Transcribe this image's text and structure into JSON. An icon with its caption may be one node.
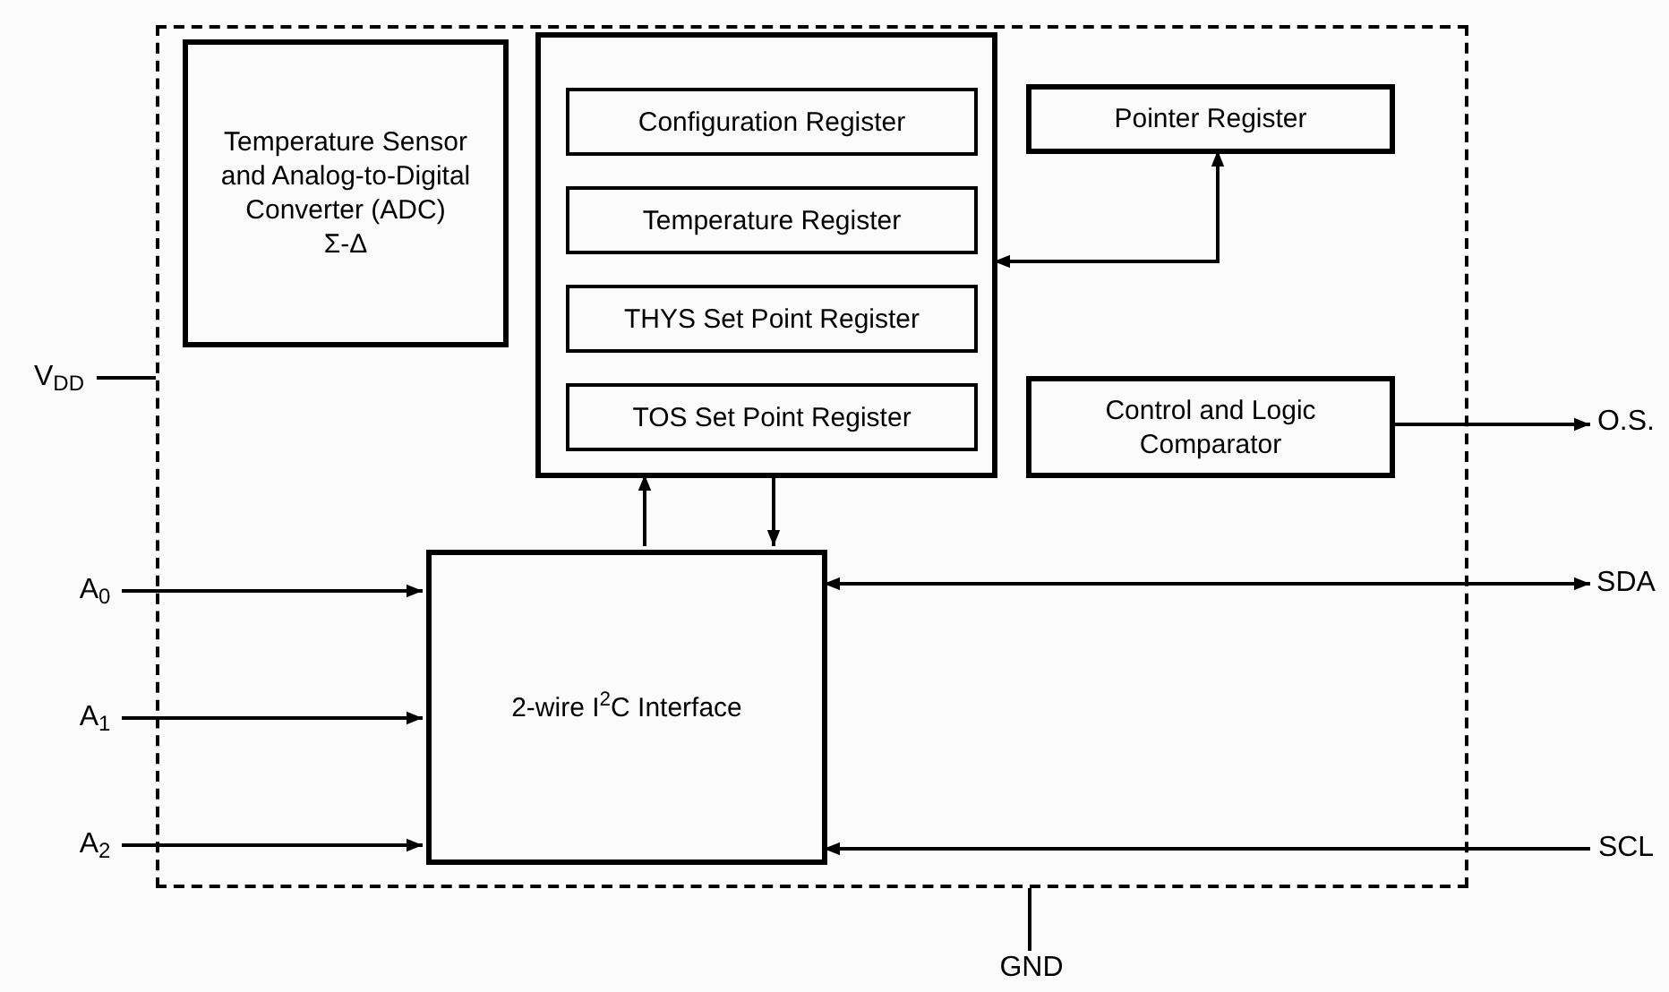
{
  "diagram": {
    "nodes": [
      {
        "text": [],
        "shape": "box"
      },
      {
        "text": [
          "Temperature Sensor and Analog-to-Digital Converter (ADC)",
          "Σ-Δ"
        ],
        "in": 0
      },
      {
        "text": [],
        "shape": "box",
        "in": 0
      },
      {
        "text": [
          "Configuration Register"
        ],
        "in": 2
      },
      {
        "text": [
          "Temperature Register"
        ],
        "in": 2
      },
      {
        "text": [
          "THYS Set Point Register"
        ],
        "in": 2
      },
      {
        "text": [
          "TOS Set Point Register"
        ],
        "in": 2
      },
      {
        "text": [
          "Pointer Register"
        ],
        "in": 0
      },
      {
        "text": [
          "Control and Logic Comparator"
        ],
        "in": 0
      },
      {
        "text": [
          "2-wire I$^{2}$C Interface"
        ],
        "in": 0
      },
      {
        "text": [
          "V$_{DD}$"
        ]
      },
      {
        "text": [
          "A$_{0}$"
        ]
      },
      {
        "text": [
          "A$_{1}$"
        ]
      },
      {
        "text": [
          "A$_{2}$"
        ]
      },
      {
        "text": [
          "O.S."
        ]
      },
      {
        "text": [
          "SDA"
        ]
      },
      {
        "text": [
          "SCL"
        ]
      },
      {
        "text": [
          "GND"
        ]
      }
    ],
    "edges": [
      {
        "from": 7,
        "to": 2,
        "arrow": "both"
      },
      {
        "from": 9,
        "to": 2,
        "arrow": "to"
      },
      {
        "from": 2,
        "to": 9,
        "arrow": "to"
      },
      {
        "from": 11,
        "to": 9,
        "arrow": "to"
      },
      {
        "from": 12,
        "to": 9,
        "arrow": "to"
      },
      {
        "from": 13,
        "to": 9,
        "arrow": "to"
      },
      {
        "from": 9,
        "to": 15,
        "arrow": "both"
      },
      {
        "from": 16,
        "to": 9,
        "arrow": "to"
      },
      {
        "from": 8,
        "to": 14,
        "arrow": "to"
      },
      {
        "from": 10,
        "to": 0,
        "arrow": "none"
      },
      {
        "from": 17,
        "to": 0,
        "arrow": "none"
      }
    ]
  }
}
